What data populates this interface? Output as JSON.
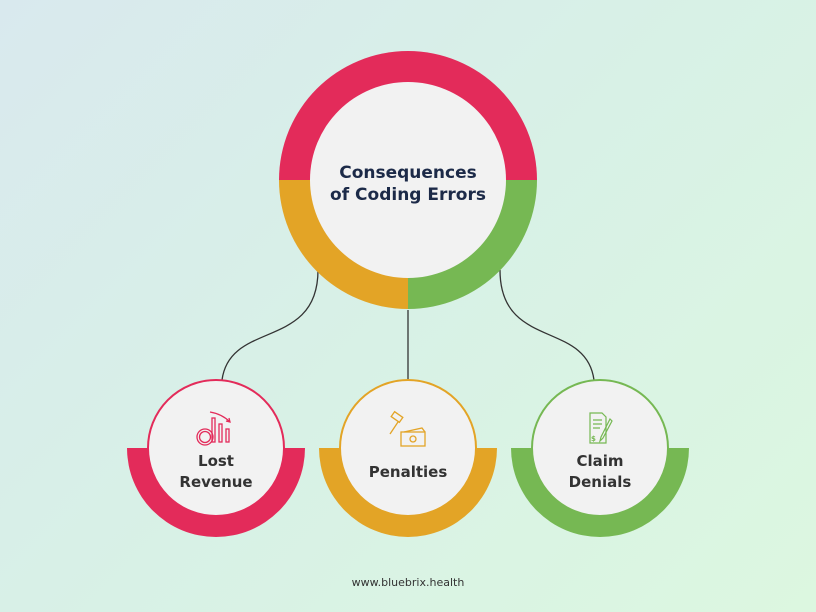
{
  "center": {
    "line1": "Consequences",
    "line2": "of Coding Errors"
  },
  "nodes": [
    {
      "line1": "Lost",
      "line2": "Revenue",
      "icon": "revenue-down-icon",
      "color": "#e32b5a"
    },
    {
      "line1": "Penalties",
      "icon": "gavel-money-icon",
      "color": "#e3a426"
    },
    {
      "line1": "Claim",
      "line2": "Denials",
      "icon": "claim-document-icon",
      "color": "#76b853"
    }
  ],
  "colors": {
    "red": "#e32b5a",
    "orange": "#e3a426",
    "green": "#76b853",
    "title": "#1c2a48",
    "text": "#333333"
  },
  "footer": "www.bluebrix.health"
}
